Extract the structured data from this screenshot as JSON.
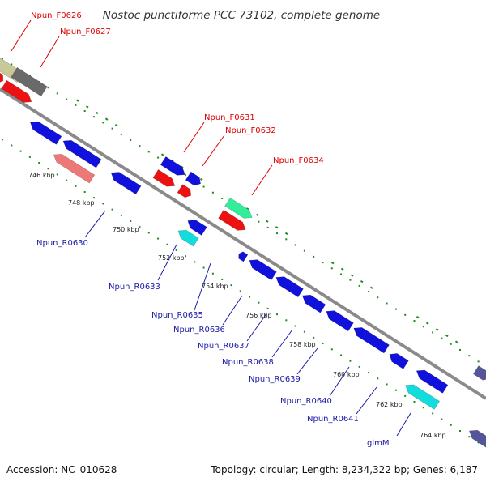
{
  "title": "Nostoc punctiforme PCC 73102, complete genome",
  "footer": {
    "accession": "Accession: NC_010628",
    "info": "Topology: circular; Length: 8,234,322 bp; Genes: 6,187"
  },
  "colors": {
    "backbone": "#8a8a8a",
    "tick_dots": "#1e8c1e",
    "forward_label": "#dd0000",
    "reverse_label": "#1a1aa6",
    "label_line_forward": "#dd0000",
    "label_line_reverse": "#1a1aa6"
  },
  "scale_labels": [
    "746 kbp",
    "748 kbp",
    "750 kbp",
    "752 kbp",
    "754 kbp",
    "756 kbp",
    "758 kbp",
    "760 kbp",
    "762 kbp",
    "764 kbp"
  ],
  "forward_gene_labels": [
    "Npun_F0626",
    "Npun_F0627",
    "Npun_F0631",
    "Npun_F0632",
    "Npun_F0634"
  ],
  "reverse_gene_labels": [
    "Npun_R0630",
    "Npun_R0633",
    "Npun_R0635",
    "Npun_R0636",
    "Npun_R0637",
    "Npun_R0638",
    "Npun_R0639",
    "Npun_R0640",
    "Npun_R0641",
    "glmM"
  ],
  "features": [
    {
      "strand": "+",
      "color": "#c8c89a"
    },
    {
      "strand": "+",
      "color": "#6a6a6a"
    },
    {
      "strand": "+",
      "color": "#ee1111"
    },
    {
      "strand": "+",
      "color": "#ee1111"
    },
    {
      "strand": "+",
      "color": "#1111dd"
    },
    {
      "strand": "+",
      "color": "#1111dd"
    },
    {
      "strand": "+",
      "color": "#ee1111"
    },
    {
      "strand": "+",
      "color": "#ee1111"
    },
    {
      "strand": "+",
      "color": "#33ee99"
    },
    {
      "strand": "+",
      "color": "#ee1111"
    },
    {
      "strand": "+",
      "color": "#55559a"
    },
    {
      "strand": "-",
      "color": "#1111dd"
    },
    {
      "strand": "-",
      "color": "#1111dd"
    },
    {
      "strand": "-",
      "color": "#ee7777"
    },
    {
      "strand": "-",
      "color": "#1111dd"
    },
    {
      "strand": "-",
      "color": "#1111dd"
    },
    {
      "strand": "-",
      "color": "#11dddd"
    },
    {
      "strand": "-",
      "color": "#1111dd"
    },
    {
      "strand": "-",
      "color": "#1111dd"
    },
    {
      "strand": "-",
      "color": "#1111dd"
    },
    {
      "strand": "-",
      "color": "#1111dd"
    },
    {
      "strand": "-",
      "color": "#1111dd"
    },
    {
      "strand": "-",
      "color": "#1111dd"
    },
    {
      "strand": "-",
      "color": "#1111dd"
    },
    {
      "strand": "-",
      "color": "#1111dd"
    },
    {
      "strand": "-",
      "color": "#11dddd"
    },
    {
      "strand": "-",
      "color": "#55559a"
    }
  ]
}
